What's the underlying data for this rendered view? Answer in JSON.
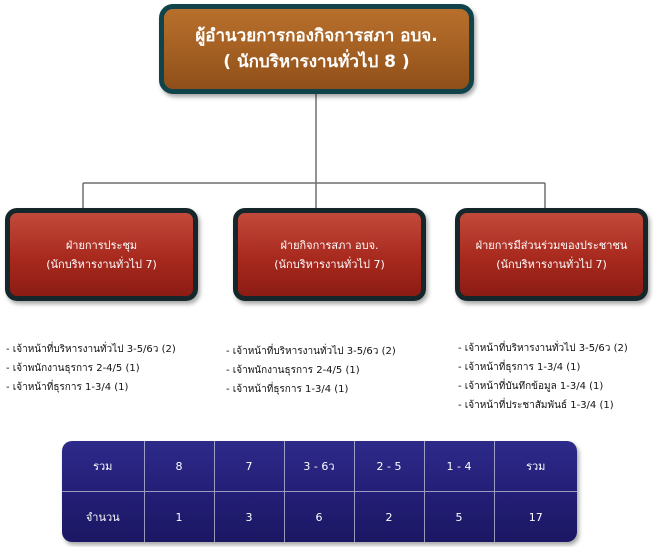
{
  "top": {
    "title": "ผู้อำนวยการกองกิจการสภา อบจ.",
    "position": "( นักบริหารงานทั่วไป 8 )"
  },
  "departments": [
    {
      "name": "ฝ่ายการประชุม",
      "position": "(นักบริหารงานทั่วไป 7)",
      "staff": [
        "เจ้าหน้าที่บริหารงานทั่วไป 3-5/6ว (2)",
        "เจ้าพนักงานธุรการ 2-4/5 (1)",
        "เจ้าหน้าที่ธุรการ  1-3/4 (1)"
      ]
    },
    {
      "name": "ฝ่ายกิจการสภา อบจ.",
      "position": "(นักบริหารงานทั่วไป 7)",
      "staff": [
        "เจ้าหน้าที่บริหารงานทั่วไป 3-5/6ว (2)",
        "เจ้าพนักงานธุรการ 2-4/5 (1)",
        "เจ้าหน้าที่ธุรการ  1-3/4 (1)"
      ]
    },
    {
      "name": "ฝ่ายการมีส่วนร่วมของประชาชน",
      "position": "(นักบริหารงานทั่วไป 7)",
      "staff": [
        "เจ้าหน้าที่บริหารงานทั่วไป 3-5/6ว (2)",
        "เจ้าหน้าที่ธุรการ  1-3/4 (1)",
        "เจ้าหน้าที่บันทึกข้อมูล 1-3/4 (1)",
        "เจ้าหน้าที่ประชาสัมพันธ์ 1-3/4 (1)"
      ]
    }
  ],
  "summary": {
    "row1": [
      "รวม",
      "8",
      "7",
      "3 - 6ว",
      "2 - 5",
      "1 - 4",
      "รวม"
    ],
    "row2": [
      "จำนวน",
      "1",
      "3",
      "6",
      "2",
      "5",
      "17"
    ]
  },
  "colors": {
    "top_box": "#a35f22",
    "top_border": "#10434a",
    "dept_box": "#a8291e",
    "dept_border": "#16272b",
    "table_bg": "#241f77",
    "connector": "#6f6f6f"
  }
}
